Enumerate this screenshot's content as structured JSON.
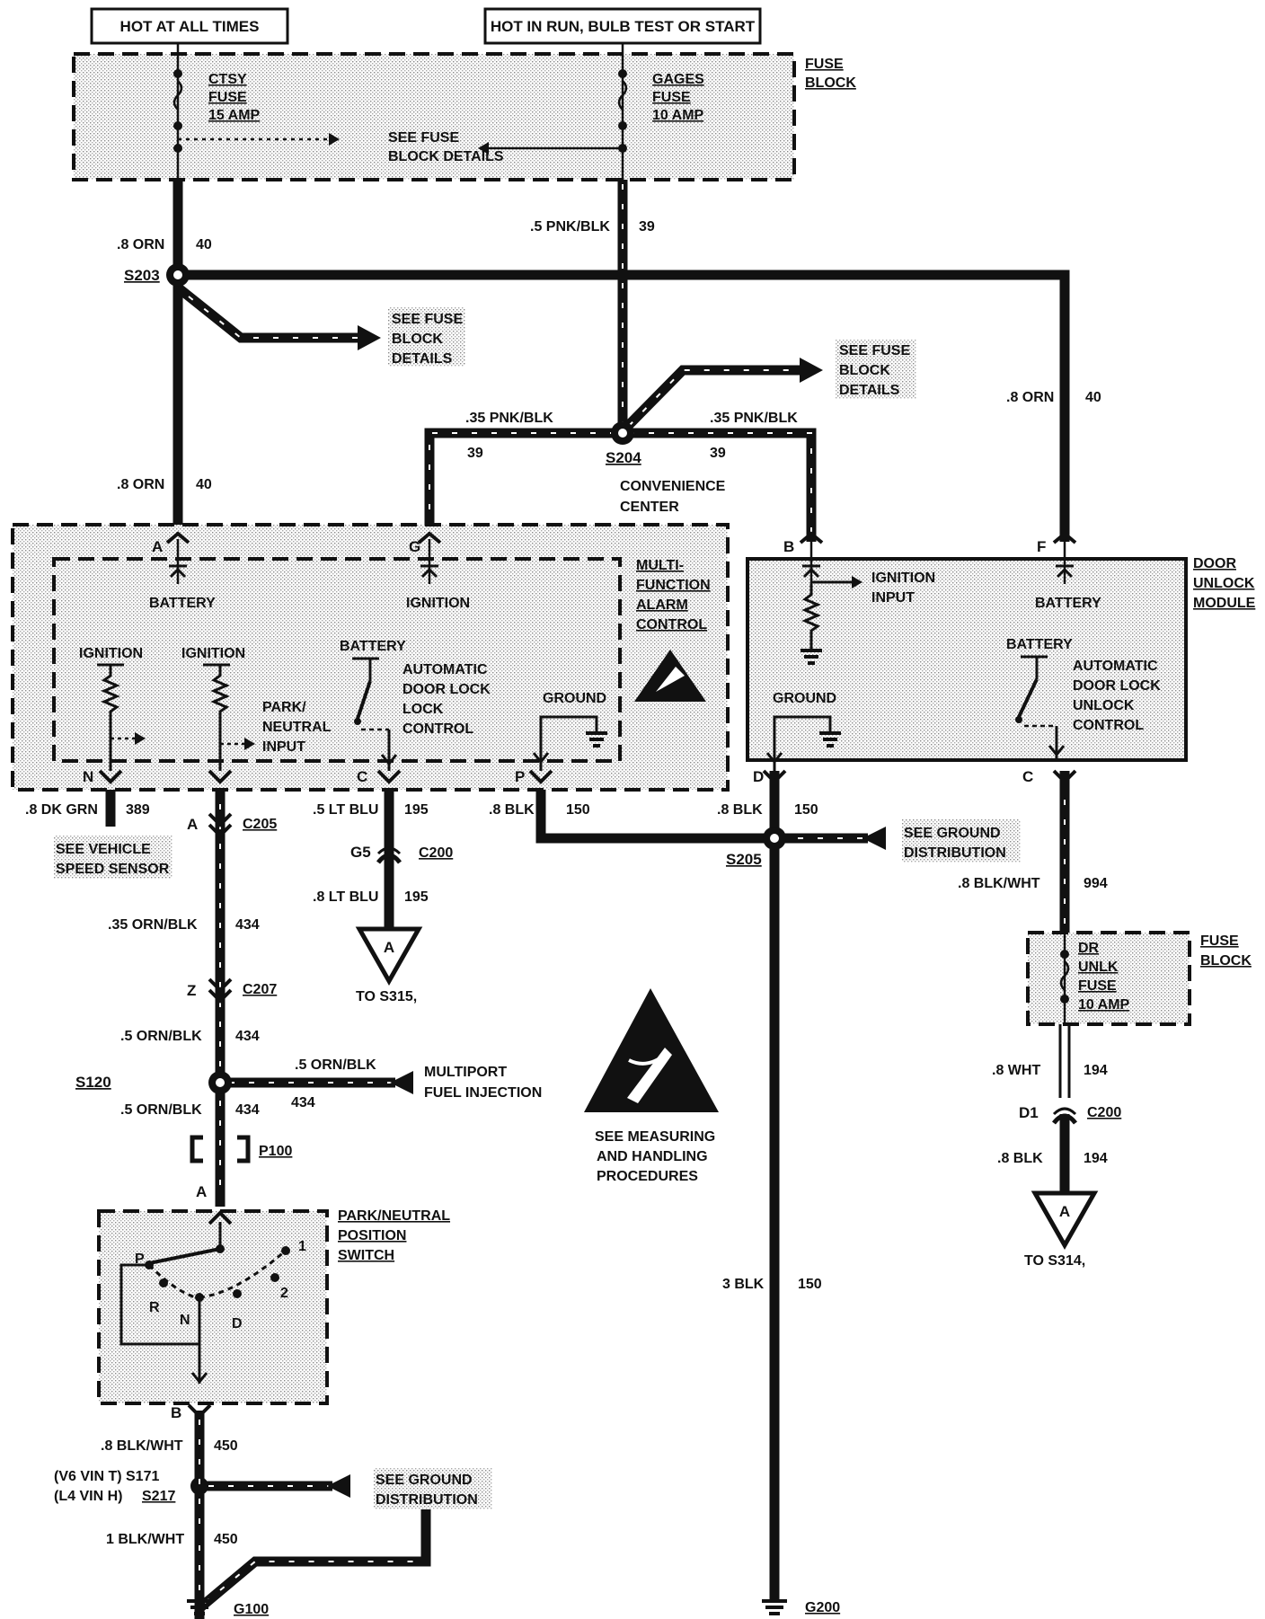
{
  "header": {
    "hot_at_all_times": "HOT AT ALL TIMES",
    "hot_in_run": "HOT IN RUN, BULB TEST OR START"
  },
  "fuse_block_top": {
    "title": [
      "FUSE",
      "BLOCK"
    ],
    "ctsy_fuse": [
      "CTSY",
      "FUSE",
      "15 AMP"
    ],
    "gages_fuse": [
      "GAGES",
      "FUSE",
      "10 AMP"
    ],
    "see_details": [
      "SEE FUSE",
      "BLOCK DETAILS"
    ]
  },
  "wires": {
    "w1_color": ".8 ORN",
    "w1_num": "40",
    "w2_color": ".5 PNK/BLK",
    "w2_num": "39",
    "w3_color": ".8 ORN",
    "w3_num": "40",
    "w4_color": ".8 ORN",
    "w4_num": "40",
    "w5_color": ".35 PNK/BLK",
    "w5_num": "39",
    "w6_color": ".35 PNK/BLK",
    "w6_num": "39",
    "w7_color": ".8 DK GRN",
    "w7_num": "389",
    "w8_color": ".5 LT BLU",
    "w8_num": "195",
    "w9_color": ".8 BLK",
    "w9_num": "150",
    "w10_color": ".8 BLK",
    "w10_num": "150",
    "w11_color": ".8 LT BLU",
    "w11_num": "195",
    "w12_color": ".35 ORN/BLK",
    "w12_num": "434",
    "w13_color": ".5 ORN/BLK",
    "w13_num": "434",
    "w14_color": ".5 ORN/BLK",
    "w14_num": "434",
    "w15_color": ".5 ORN/BLK",
    "w15_num": "434",
    "w16_color": ".8 BLK/WHT",
    "w16_num": "994",
    "w17_color": ".8 WHT",
    "w17_num": "194",
    "w18_color": ".8 BLK",
    "w18_num": "194",
    "w19_color": "3 BLK",
    "w19_num": "150",
    "w20_color": ".8 BLK/WHT",
    "w20_num": "450",
    "w21_color": "1 BLK/WHT",
    "w21_num": "450"
  },
  "splices": {
    "s203": "S203",
    "s204": "S204",
    "s205": "S205",
    "s120": "S120",
    "s171": "(V6 VIN T) S171",
    "s217_pre": "(L4 VIN H)",
    "s217": "S217"
  },
  "connectors": {
    "c205": "C205",
    "c207": "C207",
    "c200a": "C200",
    "c200b": "C200",
    "p100": "P100",
    "g5": "G5",
    "d1": "D1",
    "pin_a1": "A",
    "pin_g": "G",
    "pin_n": "N",
    "pin_c1": "C",
    "pin_p": "P",
    "pin_b": "B",
    "pin_f": "F",
    "pin_d": "D",
    "pin_c2": "C",
    "pin_a2": "A",
    "pin_z": "Z",
    "pin_a3": "A",
    "pin_b2": "B"
  },
  "see_refs": {
    "fuse1": [
      "SEE FUSE",
      "BLOCK",
      "DETAILS"
    ],
    "fuse2": [
      "SEE FUSE",
      "BLOCK",
      "DETAILS"
    ],
    "ground1": [
      "SEE GROUND",
      "DISTRIBUTION"
    ],
    "ground2": [
      "SEE GROUND",
      "DISTRIBUTION"
    ],
    "vss": [
      "SEE VEHICLE",
      "SPEED SENSOR"
    ],
    "mpfi": [
      "MULTIPORT",
      "FUEL INJECTION"
    ],
    "esd": [
      "SEE MEASURING",
      "AND HANDLING",
      "PROCEDURES"
    ]
  },
  "convenience_center": [
    "CONVENIENCE",
    "CENTER"
  ],
  "mfac": {
    "title": [
      "MULTI-",
      "FUNCTION",
      "ALARM",
      "CONTROL"
    ],
    "battery": "BATTERY",
    "ignition": "IGNITION",
    "ign_a": "IGNITION",
    "ign_b": "IGNITION",
    "park_neutral": [
      "PARK/",
      "NEUTRAL",
      "INPUT"
    ],
    "battery2": "BATTERY",
    "auto_lock": [
      "AUTOMATIC",
      "DOOR LOCK",
      "LOCK",
      "CONTROL"
    ],
    "ground": "GROUND"
  },
  "dum": {
    "title": [
      "DOOR",
      "UNLOCK",
      "MODULE"
    ],
    "ign_input": [
      "IGNITION",
      "INPUT"
    ],
    "battery": "BATTERY",
    "battery2": "BATTERY",
    "ground": "GROUND",
    "auto_unlock": [
      "AUTOMATIC",
      "DOOR LOCK",
      "UNLOCK",
      "CONTROL"
    ]
  },
  "fuse_block_low": {
    "title": [
      "FUSE",
      "BLOCK"
    ],
    "fuse": [
      "DR",
      "UNLK",
      "FUSE",
      "10 AMP"
    ]
  },
  "pns": {
    "title": [
      "PARK/NEUTRAL",
      "POSITION",
      "SWITCH"
    ],
    "p": "P",
    "r": "R",
    "n": "N",
    "d": "D",
    "two": "2",
    "one": "1"
  },
  "to_refs": {
    "to_s315": "TO S315,",
    "to_s314": "TO S314,",
    "a1": "A",
    "a2": "A"
  },
  "grounds": {
    "g100": "G100",
    "g200": "G200"
  }
}
